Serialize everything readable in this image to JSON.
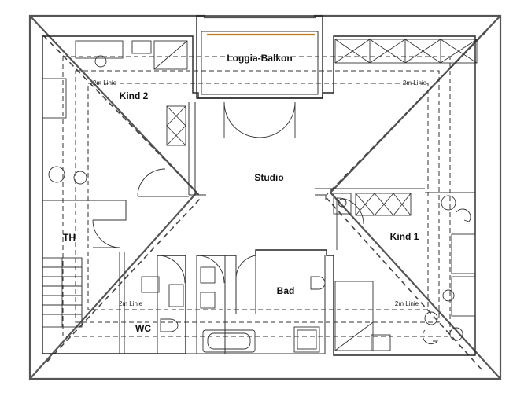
{
  "rooms": {
    "loggia": "Loggia-Balkon",
    "studio": "Studio",
    "kind2": "Kind 2",
    "kind1": "Kind 1",
    "bad": "Bad",
    "wc": "WC",
    "th": "TH"
  },
  "line_labels": {
    "top_left": "2m Linie",
    "top_right": "2m Linie",
    "bottom_left": "2m Linie",
    "bottom_right": "2m Linie"
  },
  "colors": {
    "balcony_rail": "#c07a1a",
    "stroke": "#222222"
  }
}
